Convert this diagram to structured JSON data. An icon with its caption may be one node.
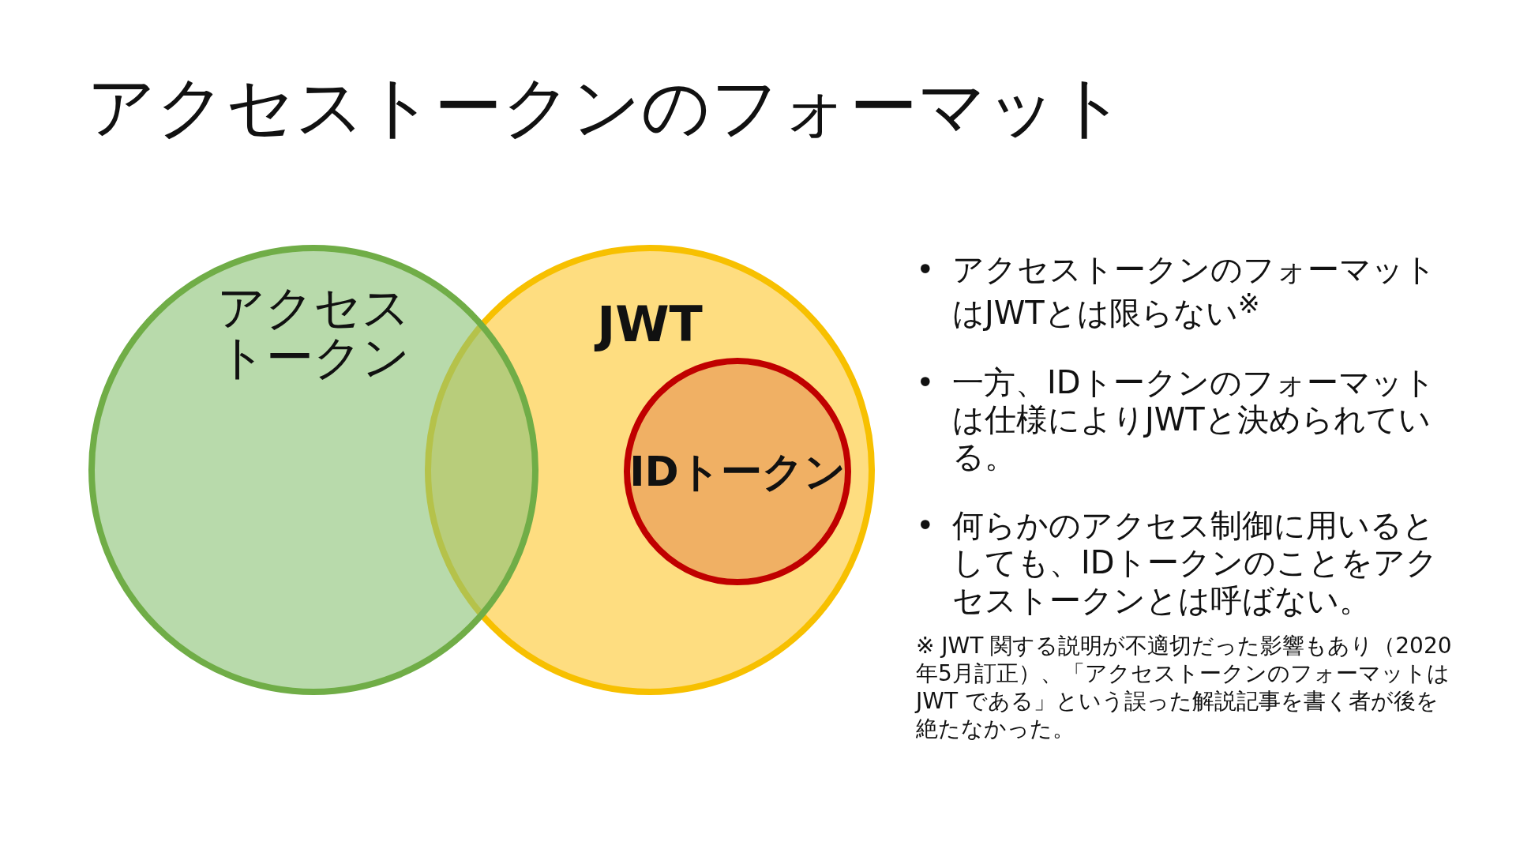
{
  "diagram": {
    "title": "アクセストークンのフォーマット",
    "nodes": [
      {
        "text": [
          "アクセストークン"
        ]
      },
      {
        "text": [
          "JWT"
        ]
      },
      {
        "text": [
          "IDトークン"
        ],
        "in": 1
      }
    ],
    "edges": [],
    "labels": [
      "•",
      "アクセストークンのフォーマットはJWTとは限らない$^{※}$",
      "•",
      "一方、IDトークンのフォーマットは仕様によりJWTと決められている。",
      "•",
      "何らかのアクセス制御に用いるとしても、IDトークンのことをアクセストークンとは呼ばない。",
      "※ JWT 関する説明が不適切だった影響もあり（2020年5月訂正）、「アクセストークンのフォーマットは JWT である」という誤った解説記事を書く者が後を絶たなかった。"
    ]
  }
}
